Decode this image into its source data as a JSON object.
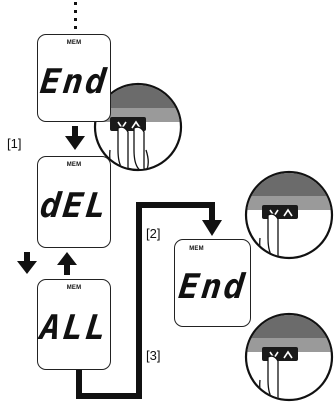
{
  "screens": [
    {
      "mem": "MEM",
      "text": "End"
    },
    {
      "mem": "MEM",
      "text": "dEL"
    },
    {
      "mem": "MEM",
      "text": "ALL"
    },
    {
      "mem": "MEM",
      "text": "End"
    }
  ],
  "steps": [
    "[1]",
    "[2]",
    "[3]"
  ],
  "icons": {
    "down_arrow": "down-arrow-icon",
    "up_arrow": "up-arrow-icon",
    "finger_press": "hand-pressing-button-icon"
  }
}
